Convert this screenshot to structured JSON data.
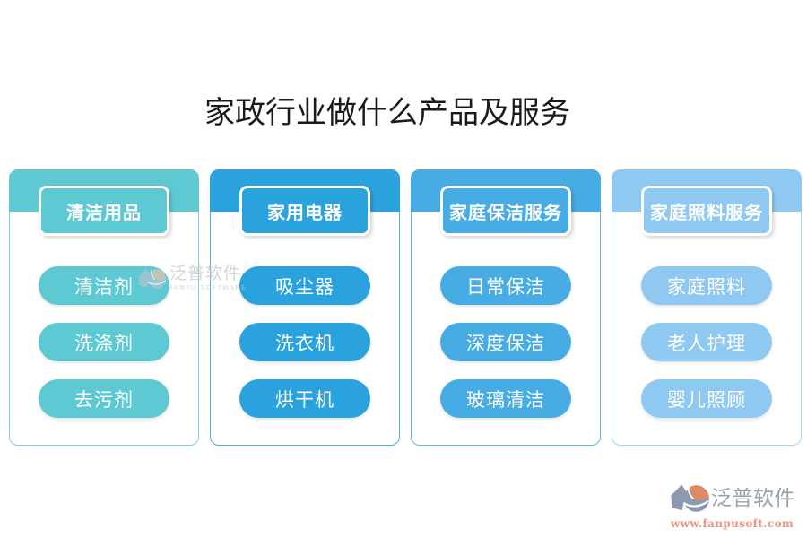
{
  "page": {
    "title": "家政行业做什么产品及服务"
  },
  "groups": [
    {
      "title": "清洁用品",
      "color": "#5EC9D2",
      "border_color": "#79D2DA",
      "items": [
        "清洁剂",
        "洗涤剂",
        "去污剂"
      ]
    },
    {
      "title": "家用电器",
      "color": "#2AA2DD",
      "border_color": "#4CAEE2",
      "items": [
        "吸尘器",
        "洗衣机",
        "烘干机"
      ]
    },
    {
      "title": "家庭保洁服务",
      "color": "#46ACE3",
      "border_color": "#62B9E8",
      "items": [
        "日常保洁",
        "深度保洁",
        "玻璃清洁"
      ]
    },
    {
      "title": "家庭照料服务",
      "color": "#8FC9F1",
      "border_color": "#A6D4F4",
      "items": [
        "家庭照料",
        "老人护理",
        "婴儿照顾"
      ]
    }
  ],
  "watermark": {
    "name": "泛普软件",
    "subtitle": "FANPU SOFTWARE"
  },
  "branding": {
    "name": "泛普软件",
    "url": "www.fanpusoft.com",
    "logo_gray": "#8C9AB1",
    "logo_orange": "#DE8A64",
    "name_color": "#98A1AC",
    "url_color": "#E99380"
  }
}
